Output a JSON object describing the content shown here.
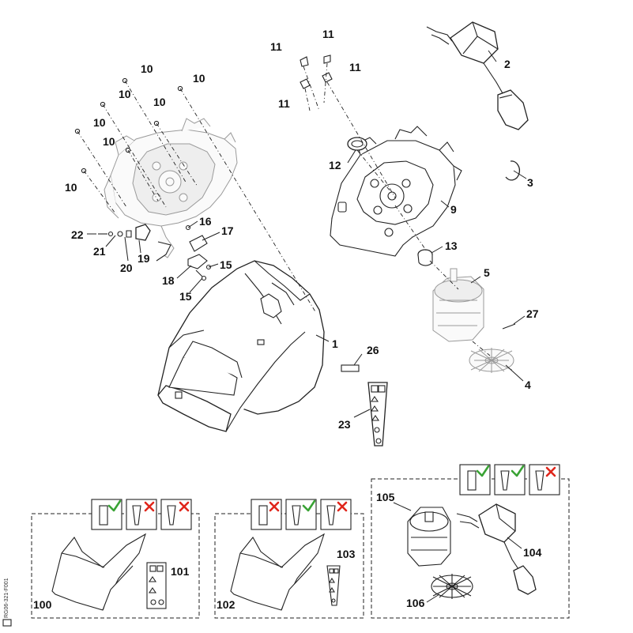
{
  "diagram": {
    "callouts": {
      "c1": "1",
      "c2": "2",
      "c3": "3",
      "c4": "4",
      "c5": "5",
      "c9": "9",
      "c12": "12",
      "c13": "13",
      "c15a": "15",
      "c15b": "15",
      "c16": "16",
      "c17": "17",
      "c18": "18",
      "c19": "19",
      "c20": "20",
      "c21": "21",
      "c22": "22",
      "c23": "23",
      "c26": "26",
      "c27": "27",
      "c10a": "10",
      "c10b": "10",
      "c10c": "10",
      "c10d": "10",
      "c10e": "10",
      "c10f": "10",
      "c10g": "10",
      "c11a": "11",
      "c11b": "11",
      "c11c": "11",
      "c11d": "11",
      "c100": "100",
      "c101": "101",
      "c102": "102",
      "c103": "103",
      "c104": "104",
      "c105": "105",
      "c106": "106"
    },
    "drawing_code": "RG06-321-F001",
    "kit_markers": {
      "present_color": "#3aa335",
      "absent_color": "#e0261b"
    }
  }
}
